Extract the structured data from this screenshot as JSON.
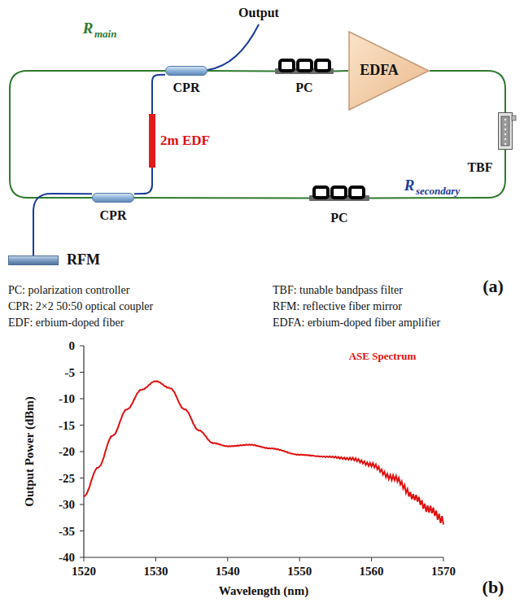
{
  "diagram": {
    "nodes": [
      {
        "text": [
          "CPR"
        ]
      },
      {
        "text": [
          "PC"
        ]
      },
      {
        "text": [
          "EDFA"
        ]
      },
      {
        "text": [
          "TBF"
        ]
      },
      {
        "text": [
          "PC"
        ]
      },
      {
        "text": [
          "CPR"
        ]
      },
      {
        "text": [
          "RFM"
        ]
      },
      {
        "text": [
          "2m EDF"
        ]
      }
    ],
    "edges": [
      {
        "from": 0,
        "to": 1,
        "arrow": "none"
      },
      {
        "from": 1,
        "to": 2,
        "arrow": "none"
      },
      {
        "from": 2,
        "to": 3,
        "arrow": "none"
      },
      {
        "from": 3,
        "to": 4,
        "arrow": "none"
      },
      {
        "from": 4,
        "to": 5,
        "arrow": "none"
      },
      {
        "from": 5,
        "to": 0,
        "arrow": "none"
      },
      {
        "from": 5,
        "to": 7,
        "arrow": "none"
      },
      {
        "from": 7,
        "to": 0,
        "arrow": "none"
      },
      {
        "from": 5,
        "to": 6,
        "arrow": "none"
      }
    ],
    "labels": [
      "Output",
      "R",
      "main",
      "R",
      "secondary",
      "PC: polarization controller",
      "TBF: tunable bandpass filter",
      "CPR: 2×2 50:50 optical coupler",
      "RFM: reflective fiber mirror",
      "EDF: erbium-doped fiber",
      "EDFA: erbium-doped fiber amplifier",
      "(a)",
      "ASE Spectrum",
      "0",
      "-5",
      "-10",
      "-15",
      "-20",
      "-25",
      "-30",
      "-35",
      "-40",
      "1520",
      "1530",
      "1540",
      "1550",
      "1560",
      "1570",
      "Output Power (dBm)",
      "Wavelength (nm)",
      "(b)"
    ]
  }
}
